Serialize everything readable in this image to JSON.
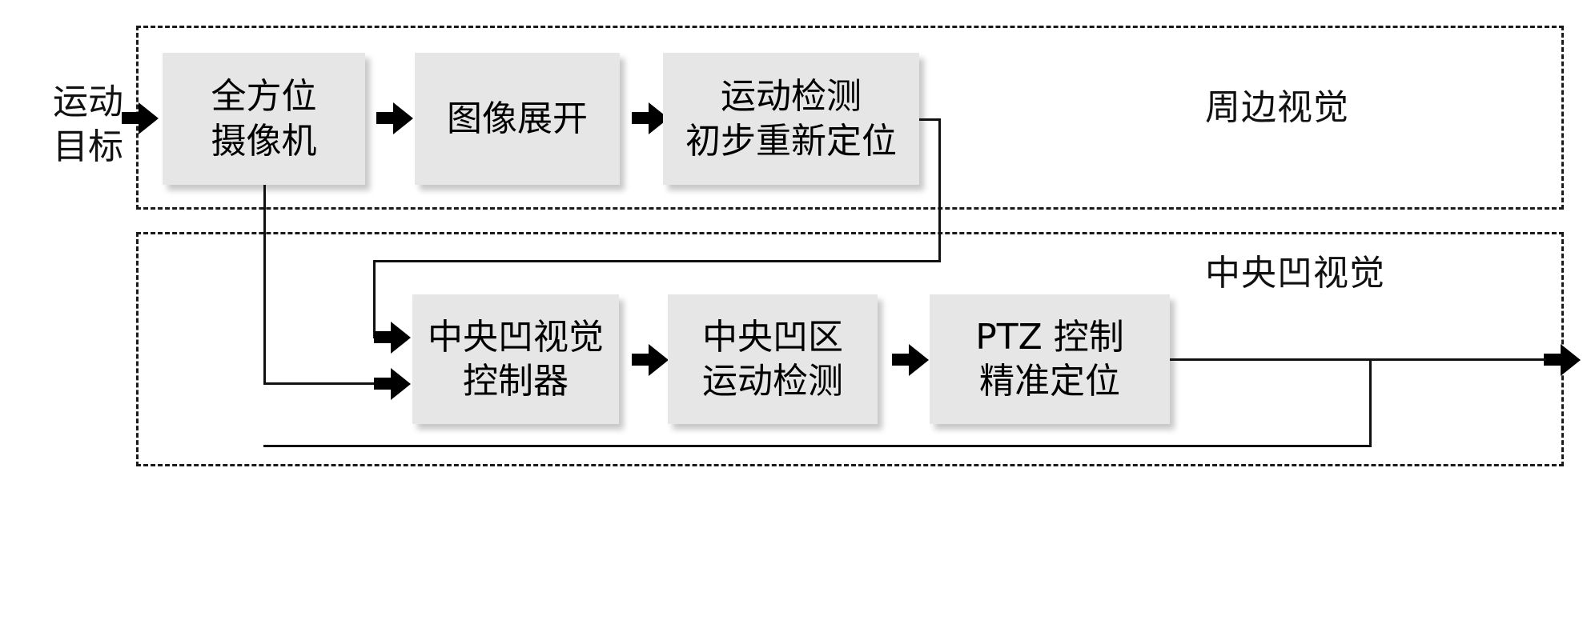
{
  "diagram": {
    "title_none": "",
    "input_label": {
      "line1": "运动",
      "line2": "目标"
    },
    "groups": [
      {
        "id": "peripheral",
        "label": "周边视觉"
      },
      {
        "id": "foveal",
        "label": "中央凹视觉"
      }
    ],
    "nodes": [
      {
        "id": "omni-camera",
        "line1": "全方位",
        "line2": "摄像机"
      },
      {
        "id": "image-unwrap",
        "line1": "图像展开",
        "line2": ""
      },
      {
        "id": "motion-detect-top",
        "line1": "运动检测",
        "line2": "初步重新定位"
      },
      {
        "id": "foveal-controller",
        "line1": "中央凹视觉",
        "line2": "控制器"
      },
      {
        "id": "foveal-motion",
        "line1": "中央凹区",
        "line2": "运动检测"
      },
      {
        "id": "ptz-control",
        "line1": "PTZ 控制",
        "line2": "精准定位"
      }
    ],
    "colors": {
      "box_fill": "#e6e6e6",
      "line": "#111111",
      "text": "#000000",
      "background": "#ffffff"
    }
  }
}
